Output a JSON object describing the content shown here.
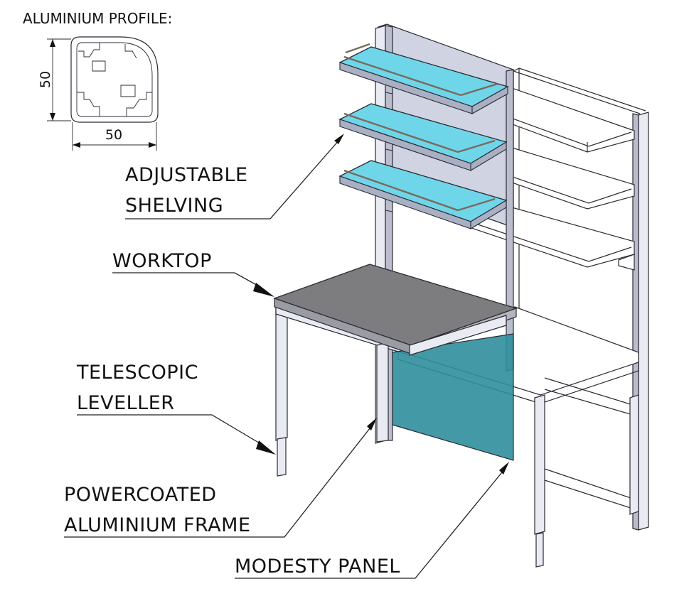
{
  "profile": {
    "title": "ALUMINIUM PROFILE:",
    "height_dim": "50",
    "width_dim": "50"
  },
  "labels": {
    "adjustable_line1": "ADJUSTABLE",
    "adjustable_line2": "SHELVING",
    "worktop": "WORKTOP",
    "telescopic_line1": "TELESCOPIC",
    "telescopic_line2": "LEVELLER",
    "frame_line1": "POWERCOATED",
    "frame_line2": "ALUMINIUM  FRAME",
    "modesty": "MODESTY PANEL"
  },
  "colors": {
    "shelf_fill": "#6fd6ea",
    "panel_fill": "#2f8f9c",
    "worktop_fill": "#7d7d80",
    "frame_fill": "#e9ebf3"
  }
}
